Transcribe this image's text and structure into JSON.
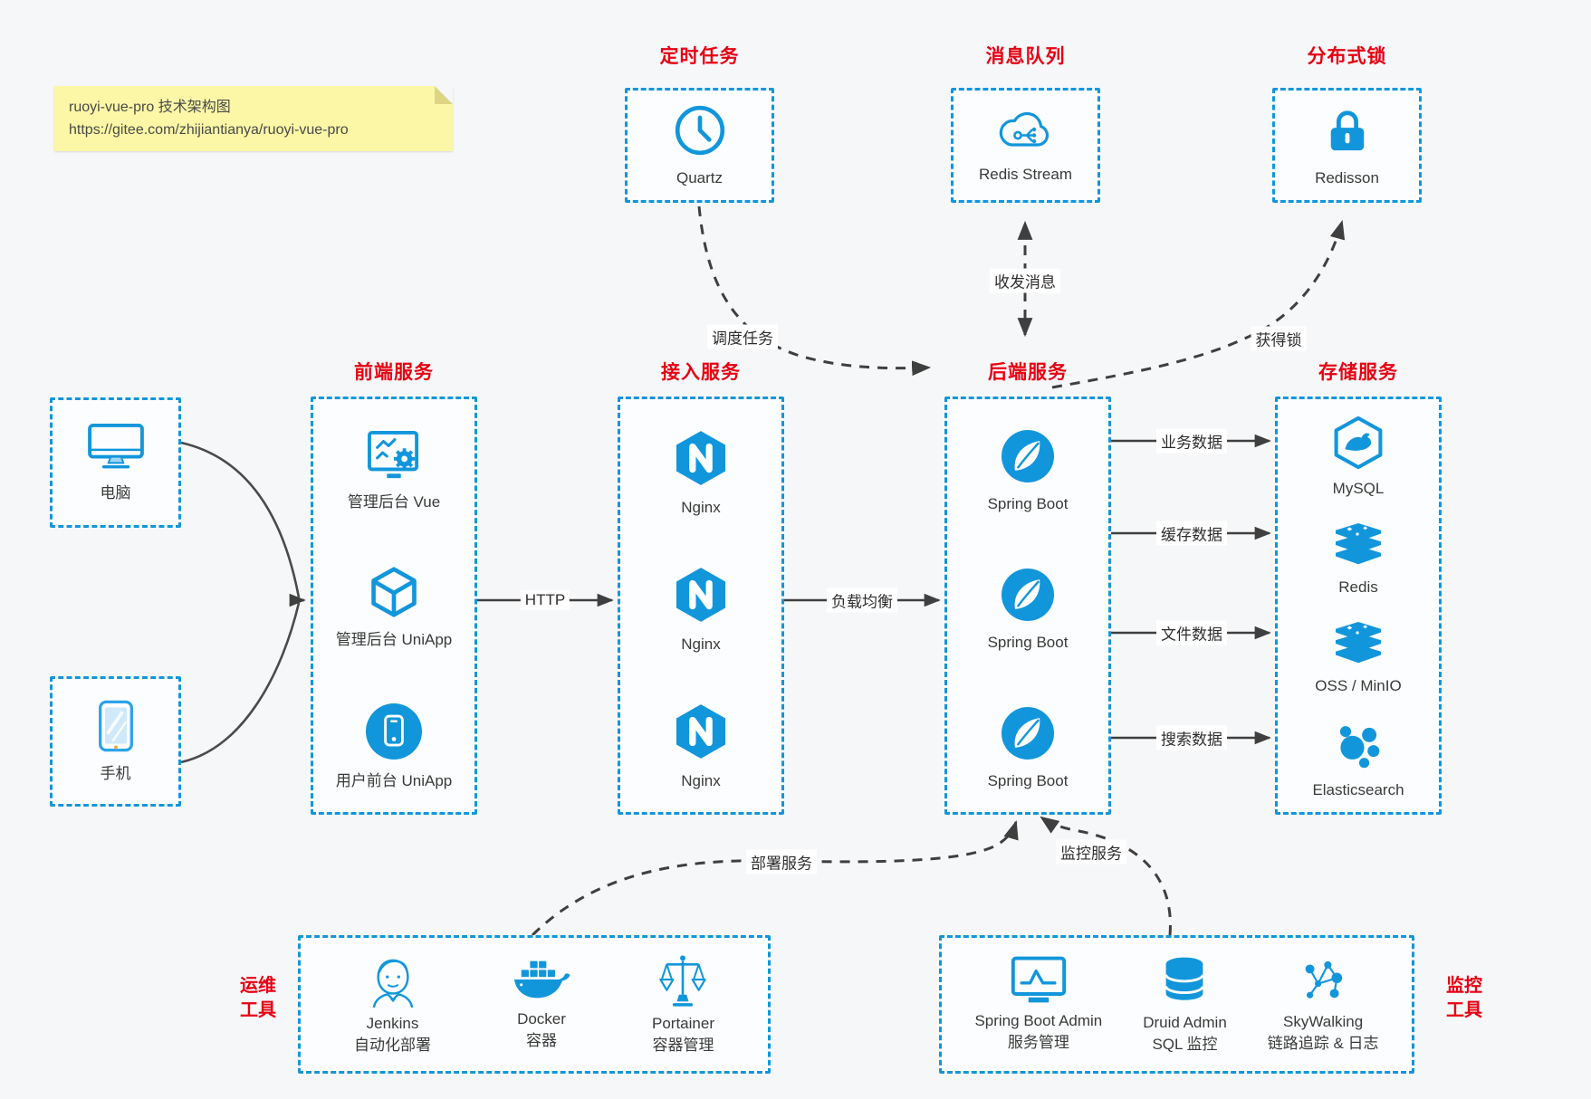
{
  "note": {
    "title": "ruoyi-vue-pro 技术架构图",
    "url": "https://gitee.com/zhijiantianya/ruoyi-vue-pro"
  },
  "top_groups": [
    {
      "title": "定时任务",
      "item": {
        "icon": "clock-icon",
        "label": "Quartz"
      }
    },
    {
      "title": "消息队列",
      "item": {
        "icon": "mq-cloud-icon",
        "label": "Redis Stream"
      }
    },
    {
      "title": "分布式锁",
      "item": {
        "icon": "lock-icon",
        "label": "Redisson"
      }
    }
  ],
  "clients": [
    {
      "icon": "desktop-icon",
      "label": "电脑"
    },
    {
      "icon": "phone-icon",
      "label": "手机"
    }
  ],
  "service_groups": [
    {
      "title": "前端服务",
      "items": [
        {
          "icon": "admin-vue-icon",
          "label": "管理后台 Vue"
        },
        {
          "icon": "uniapp-cube-icon",
          "label": "管理后台 UniApp"
        },
        {
          "icon": "user-app-icon",
          "label": "用户前台 UniApp"
        }
      ]
    },
    {
      "title": "接入服务",
      "items": [
        {
          "icon": "nginx-icon",
          "label": "Nginx"
        },
        {
          "icon": "nginx-icon",
          "label": "Nginx"
        },
        {
          "icon": "nginx-icon",
          "label": "Nginx"
        }
      ]
    },
    {
      "title": "后端服务",
      "items": [
        {
          "icon": "spring-boot-icon",
          "label": "Spring Boot"
        },
        {
          "icon": "spring-boot-icon",
          "label": "Spring Boot"
        },
        {
          "icon": "spring-boot-icon",
          "label": "Spring Boot"
        }
      ]
    },
    {
      "title": "存储服务",
      "items": [
        {
          "icon": "mysql-icon",
          "label": "MySQL"
        },
        {
          "icon": "redis-icon",
          "label": "Redis"
        },
        {
          "icon": "oss-icon",
          "label": "OSS / MinIO"
        },
        {
          "icon": "elasticsearch-icon",
          "label": "Elasticsearch"
        }
      ]
    }
  ],
  "bottom_groups": [
    {
      "side_line1": "运维",
      "side_line2": "工具",
      "items": [
        {
          "icon": "jenkins-icon",
          "label": "Jenkins",
          "sublabel": "自动化部署"
        },
        {
          "icon": "docker-icon",
          "label": "Docker",
          "sublabel": "容器"
        },
        {
          "icon": "portainer-icon",
          "label": "Portainer",
          "sublabel": "容器管理"
        }
      ]
    },
    {
      "side_line1": "监控",
      "side_line2": "工具",
      "items": [
        {
          "icon": "spring-boot-admin-icon",
          "label": "Spring Boot Admin",
          "sublabel": "服务管理"
        },
        {
          "icon": "druid-icon",
          "label": "Druid Admin",
          "sublabel": "SQL 监控"
        },
        {
          "icon": "skywalking-icon",
          "label": "SkyWalking",
          "sublabel": "链路追踪 & 日志"
        }
      ]
    }
  ],
  "edges": {
    "schedule": "调度任务",
    "messaging": "收发消息",
    "acquire_lock": "获得锁",
    "http": "HTTP",
    "load_balance": "负载均衡",
    "business_data": "业务数据",
    "cache_data": "缓存数据",
    "file_data": "文件数据",
    "search_data": "搜索数据",
    "deploy": "部署服务",
    "monitor": "监控服务"
  },
  "colors": {
    "accent_blue": "#1296db",
    "title_red": "#e60012",
    "arrow_gray": "#3f3f3f",
    "note_yellow": "#fbf7a6"
  }
}
